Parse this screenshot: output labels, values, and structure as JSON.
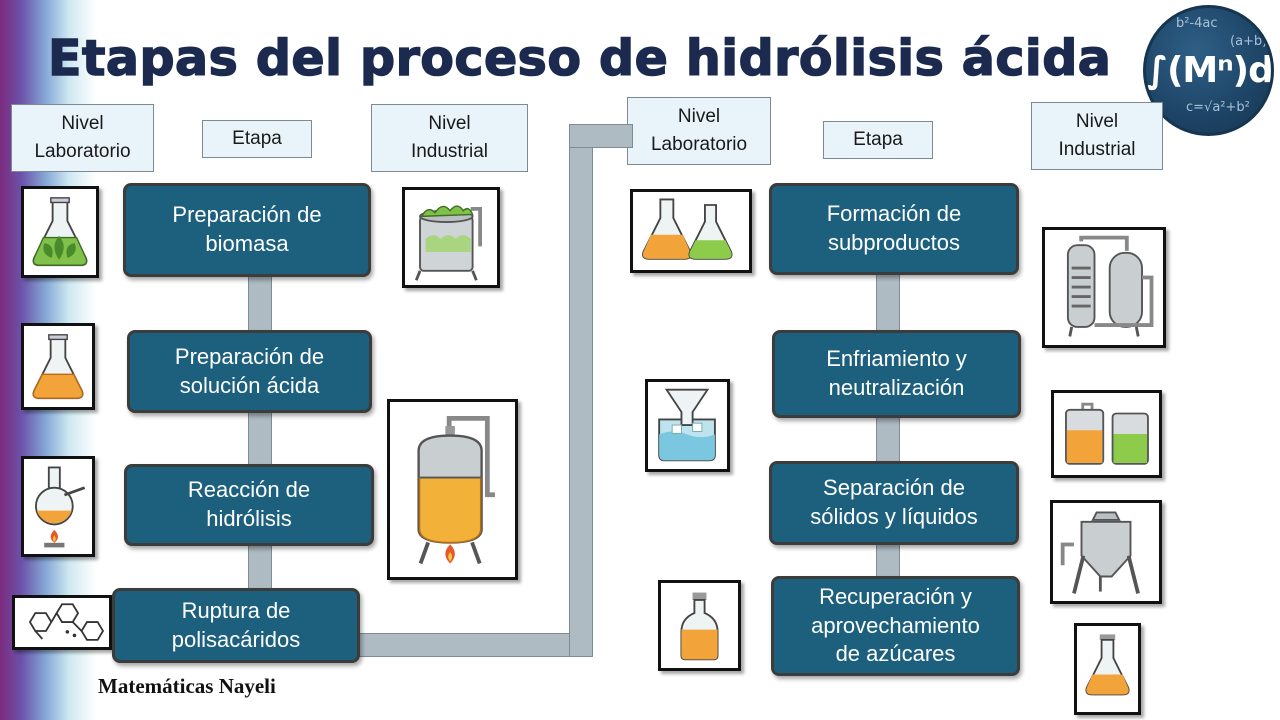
{
  "title": "Etapas del proceso de hidrólisis ácida",
  "logo": {
    "mark": "∫(Mⁿ)dM",
    "background_math": [
      "b²-4ac",
      "(a+b)",
      "c=√a²+b²"
    ]
  },
  "columns": {
    "laboratory": "Nivel\nLaboratorio",
    "stage": "Etapa",
    "industrial": "Nivel\nIndustrial"
  },
  "stages_left": [
    "Preparación  de\nbiomasa",
    "Preparación de\nsolución ácida",
    "Reacción de\nhidrólisis",
    "Ruptura de\npolisacáridos"
  ],
  "stages_right": [
    "Formación de\nsubproductos",
    "Enfriamiento y\nneutralización",
    "Separación de\nsólidos y líquidos",
    "Recuperación y\naprovechamiento\nde azúcares"
  ],
  "icons": {
    "lab_biomass": "flask-with-leaves-icon",
    "lab_acid": "orange-flask-icon",
    "lab_reaction": "round-flask-burner-icon",
    "lab_polysaccharides": "molecule-structure-icon",
    "ind_biomass": "biomass-tank-icon",
    "ind_reactor": "heated-reactor-icon",
    "lab_byproducts": "two-flasks-icon",
    "lab_cooling": "funnel-ice-bath-icon",
    "lab_recovery": "small-bottle-icon",
    "ind_distillation": "distillation-column-icon",
    "ind_neutralization": "two-tanks-icon",
    "ind_separation": "cone-silo-icon",
    "ind_recovery": "product-flask-icon"
  },
  "colors": {
    "stage_box": "#1c607e",
    "title": "#1b2a4e",
    "pipe": "#aebbc3",
    "header_fill": "#e9f4fa"
  },
  "credit": "Matemáticas Nayeli"
}
